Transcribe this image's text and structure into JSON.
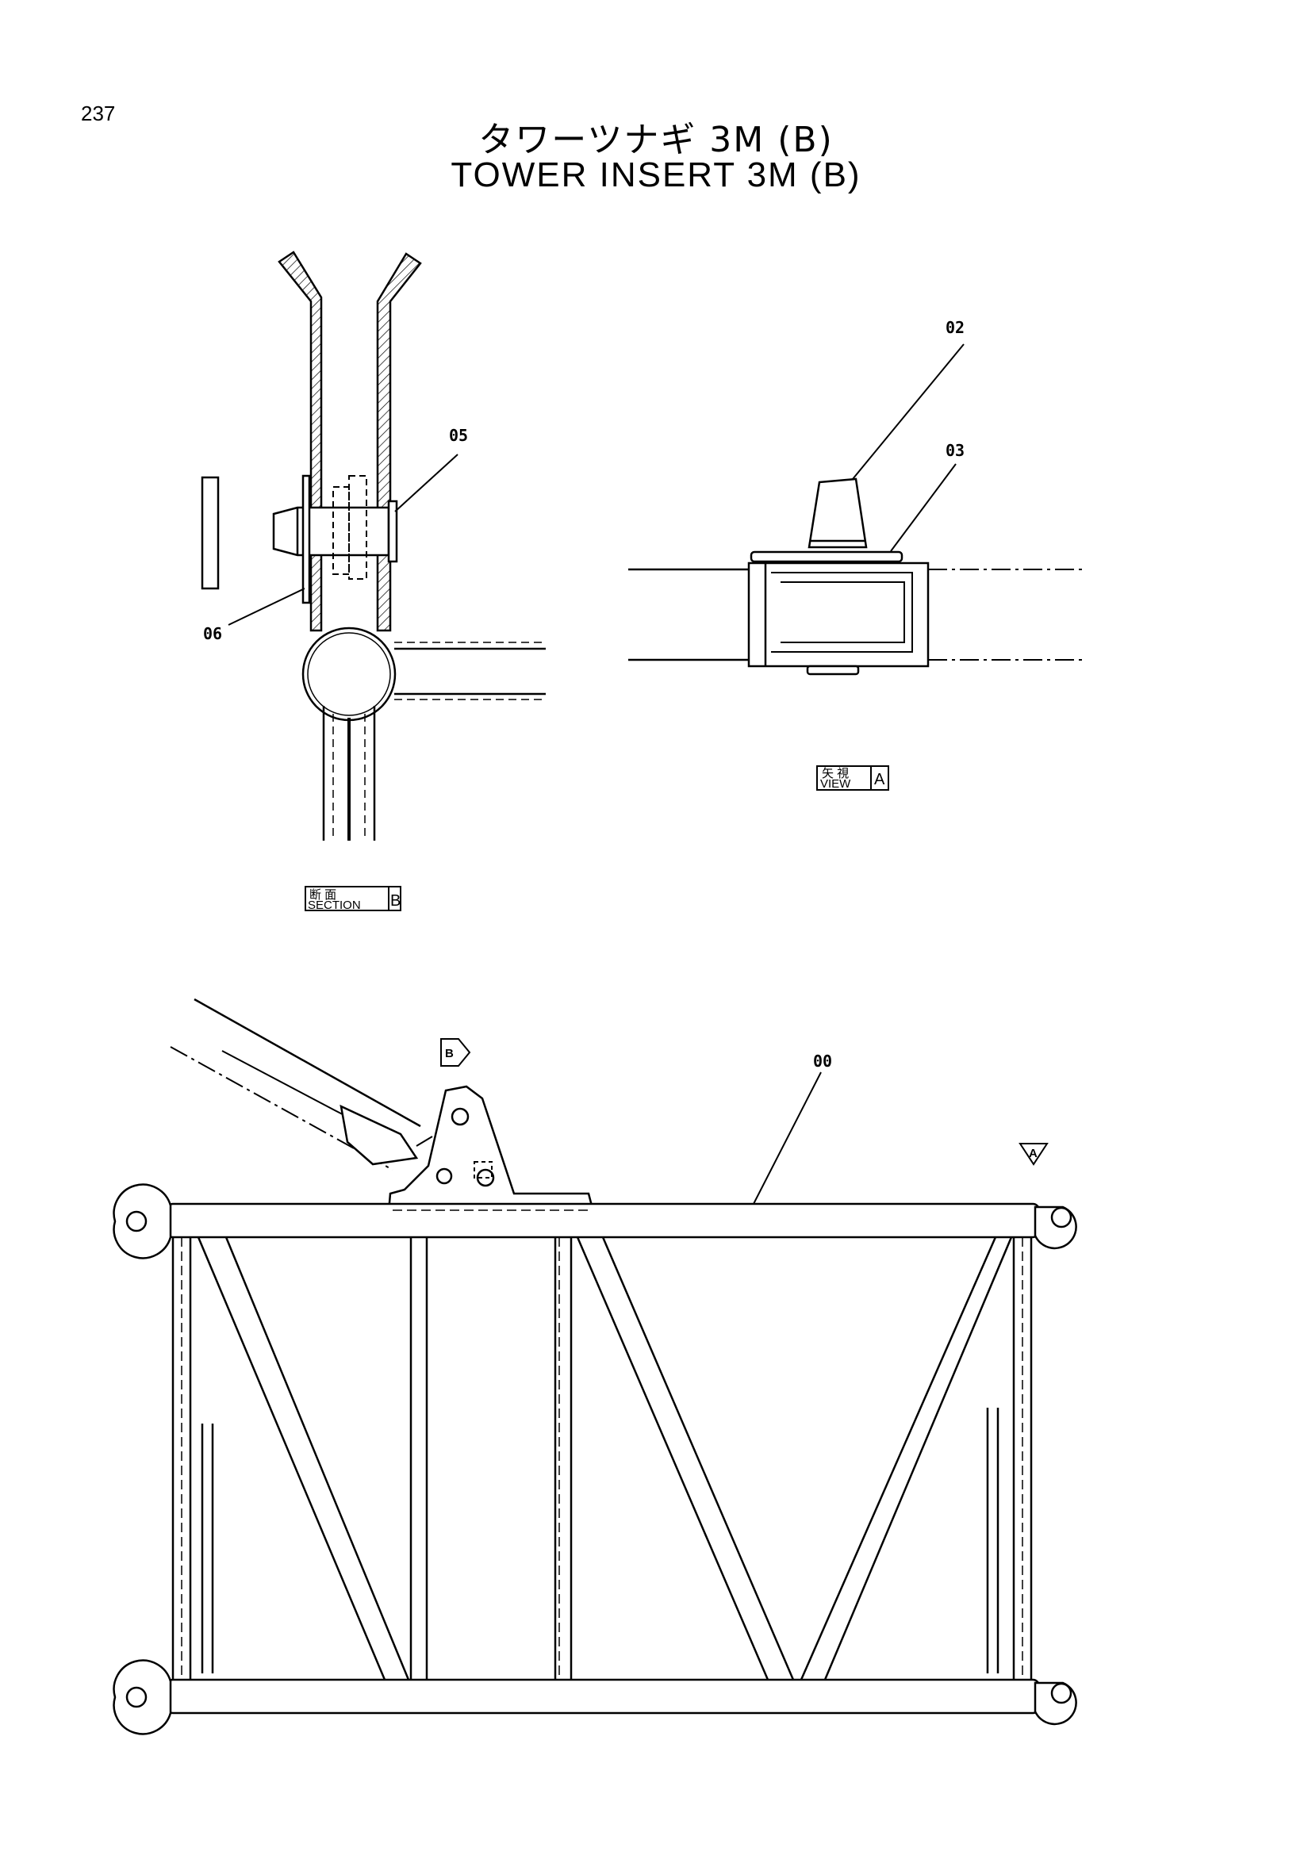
{
  "page_number": "237",
  "title_jp": "タワーツナギ 3M (B)",
  "title_en": "TOWER INSERT 3M (B)",
  "callouts": {
    "c00": "00",
    "c02": "02",
    "c03": "03",
    "c05": "05",
    "c06": "06"
  },
  "view_label": {
    "jp": "矢 視",
    "en": "VIEW",
    "letter": "A"
  },
  "section_label": {
    "jp": "断 面",
    "en": "SECTION",
    "letter": "B"
  },
  "markers": {
    "a": "A",
    "b": "B"
  }
}
